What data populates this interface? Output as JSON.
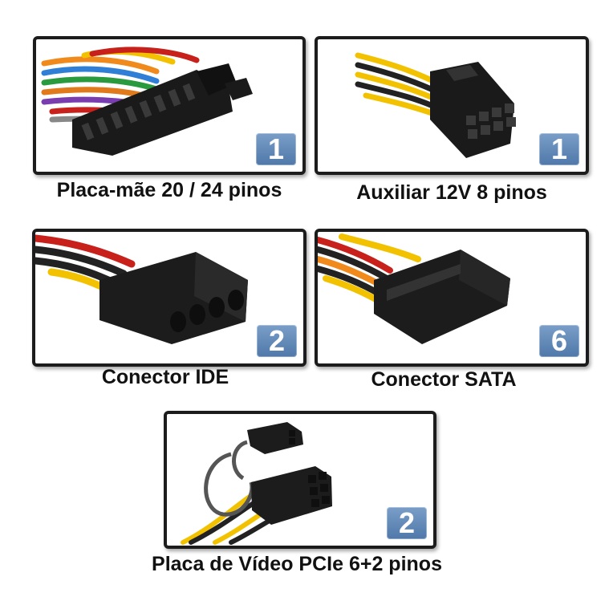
{
  "panels": [
    {
      "caption": "Placa-mãe 20 / 24 pinos",
      "badge": "1",
      "icon": "atx-24pin-connector-icon"
    },
    {
      "caption": "Auxiliar 12V 8 pinos",
      "badge": "1",
      "icon": "eps-8pin-connector-icon"
    },
    {
      "caption": "Conector IDE",
      "badge": "2",
      "icon": "molex-ide-connector-icon"
    },
    {
      "caption": "Conector SATA",
      "badge": "6",
      "icon": "sata-power-connector-icon"
    },
    {
      "caption": "Placa de Vídeo PCIe 6+2 pinos",
      "badge": "2",
      "icon": "pcie-6plus2-connector-icon"
    }
  ],
  "colors": {
    "frame": "#1c1c1c",
    "badge": "#5b82b1",
    "connector": "#1a1a1a",
    "wire_yellow": "#f2c200",
    "wire_red": "#c8201a",
    "wire_black": "#222222",
    "wire_orange": "#f08a1c"
  }
}
